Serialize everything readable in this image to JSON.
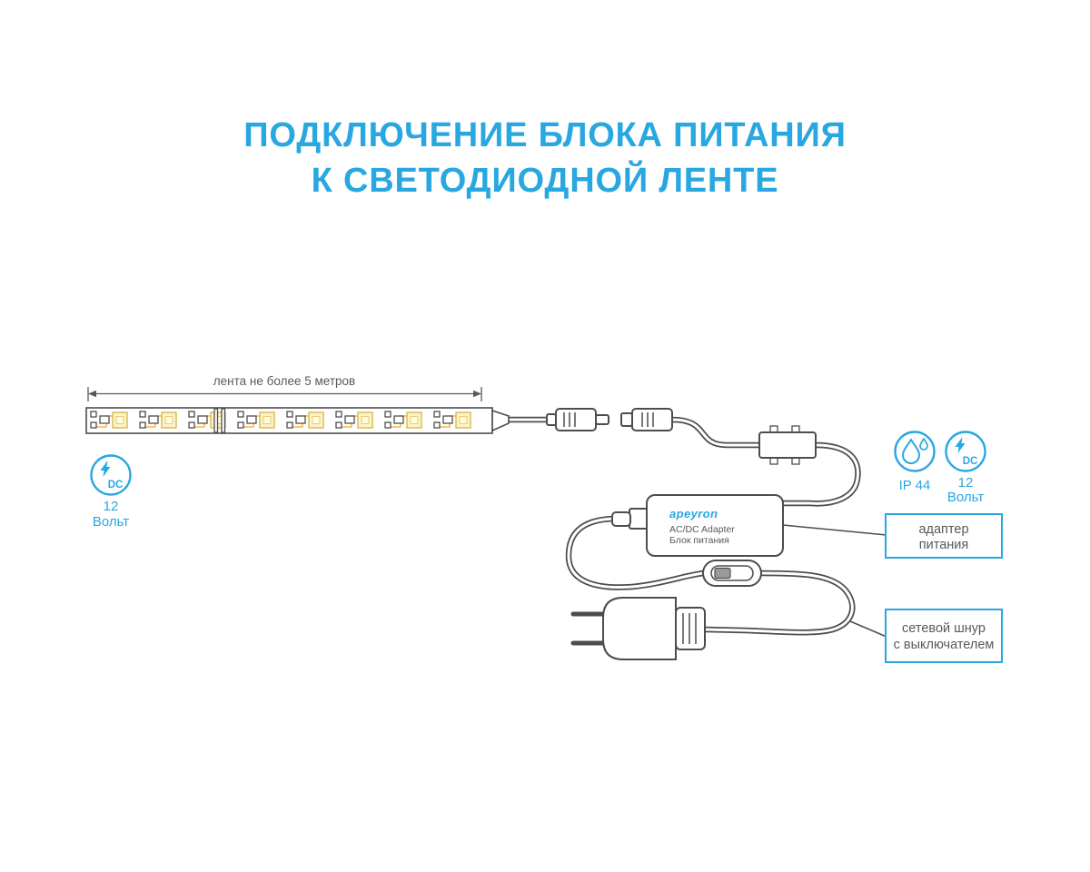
{
  "title": {
    "line1": "ПОДКЛЮЧЕНИЕ БЛОКА ПИТАНИЯ",
    "line2": "К СВЕТОДИОДНОЙ ЛЕНТЕ"
  },
  "colors": {
    "accent": "#29A7E0",
    "line": "#4D4D4F",
    "led": "#D8B94E",
    "trace": "#F5A623"
  },
  "diagram": {
    "strip_dimension_label": "лента не более 5 метров",
    "left_dc_badge": {
      "icon": "lightning-dc-icon",
      "dc": "DC",
      "value": "12",
      "unit": "Вольт"
    },
    "ip_badge": {
      "icon": "water-drop-icon",
      "label": "IP 44"
    },
    "right_dc_badge": {
      "icon": "lightning-dc-icon",
      "dc": "DC",
      "value": "12",
      "unit": "Вольт"
    },
    "adapter": {
      "brand": "apeyron",
      "line1": "AC/DC Adapter",
      "line2": "Блок питания"
    },
    "callouts": {
      "adapter": {
        "line1": "адаптер",
        "line2": "питания"
      },
      "cord": {
        "line1": "сетевой шнур",
        "line2": "с выключателем"
      }
    }
  }
}
